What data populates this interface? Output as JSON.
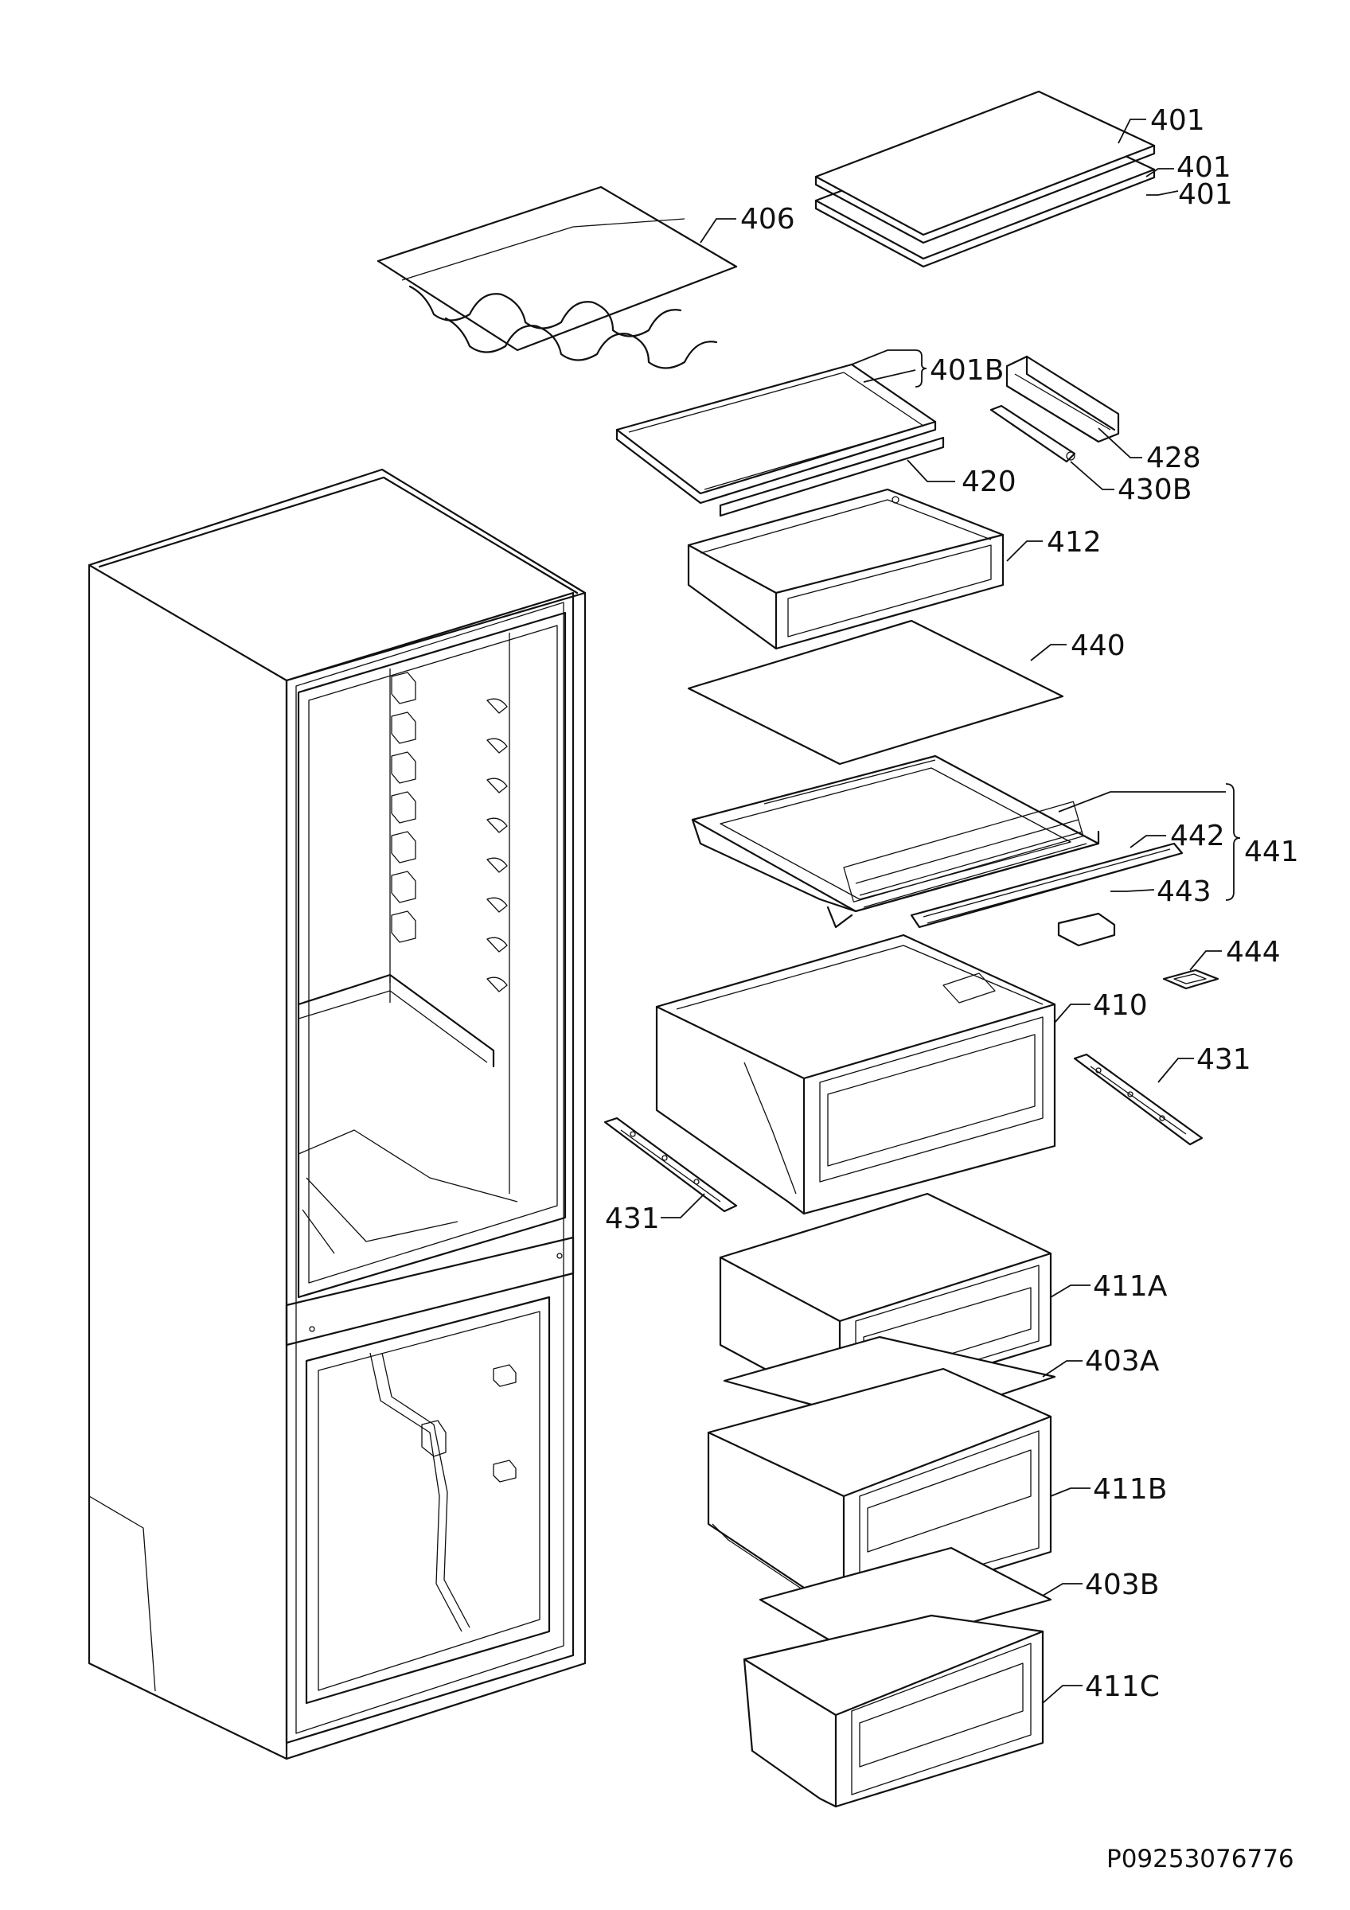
{
  "diagram": {
    "labels": {
      "p401a": "401",
      "p401b": "401",
      "p401c": "401",
      "p406": "406",
      "p401B": "401B",
      "p428": "428",
      "p430B": "430B",
      "p420": "420",
      "p412": "412",
      "p440": "440",
      "p442": "442",
      "p441": "441",
      "p443": "443",
      "p444": "444",
      "p410": "410",
      "p431a": "431",
      "p431b": "431",
      "p411A": "411A",
      "p403A": "403A",
      "p411B": "411B",
      "p403B": "403B",
      "p411C": "411C"
    },
    "drawing_code": "P09253076776"
  }
}
